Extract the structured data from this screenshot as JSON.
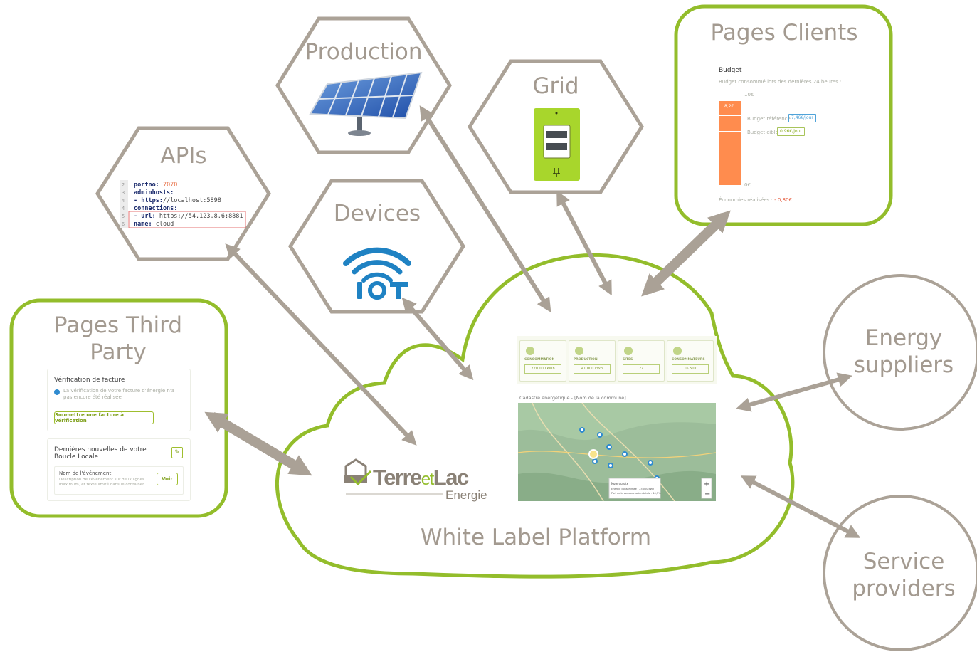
{
  "nodes": {
    "production": "Production",
    "grid": "Grid",
    "apis": "APIs",
    "devices": "Devices",
    "pages_clients": "Pages Clients",
    "pages_third_party": [
      "Pages Third",
      "Party"
    ],
    "energy_suppliers": [
      "Energy",
      "suppliers"
    ],
    "service_providers": [
      "Service",
      "providers"
    ],
    "platform": "White Label Platform"
  },
  "logo": {
    "brand": "TerreetLac",
    "sub": "Energie"
  },
  "apis_code": [
    {
      "n": "2",
      "key": "portno:",
      "val": " 7070"
    },
    {
      "n": "3",
      "key": "adminhosts:",
      "val": ""
    },
    {
      "n": "4",
      "key": "- https:",
      "val": "//localhost:5898"
    },
    {
      "n": "4",
      "key": "connections:",
      "val": ""
    },
    {
      "n": "5",
      "key": "- url:",
      "val": " https://54.123.8.6:8881"
    },
    {
      "n": "6",
      "key": "  name:",
      "val": " cloud"
    }
  ],
  "devices_icon": {
    "label": "IoT"
  },
  "budget": {
    "title": "Budget",
    "subtitle": "Budget consommé lors des dernières 24 heures :",
    "top_tick": "10€",
    "bottom_tick": "0€",
    "bar_value": "8,2€",
    "ref_label": "Budget référence",
    "ref_value": "7,46€/jour",
    "target_label": "Budget cible",
    "target_value": "0,96€/jour",
    "savings_label": "Économies réalisées :",
    "savings_value": "- 0,80€"
  },
  "third_party": {
    "verif_title": "Vérification de facture",
    "verif_text": "La vérification de votre facture d'énergie n'a pas encore été réalisée",
    "verif_button": "Soumettre une facture à vérification",
    "news_title": "Dernières nouvelles de votre Boucle Locale",
    "event_name": "Nom de l'événement",
    "event_desc": "Description de l'événement sur deux lignes maximum, et texte limité dans le container",
    "event_button": "Voir"
  },
  "dashboard": {
    "kpis": [
      {
        "label": "CONSOMMATION",
        "value": "220 000 kWh"
      },
      {
        "label": "PRODUCTION",
        "value": "41 000 kWh"
      },
      {
        "label": "SITES",
        "value": "27"
      },
      {
        "label": "CONSOMMATEURS",
        "value": "16 507"
      }
    ],
    "map_title": "Cadastre énergétique - [Nom de la commune]",
    "popup": [
      "Nom du site",
      "Energie consommée : 23 000 kWh",
      "Part de la consommation totale : 10,5%"
    ]
  },
  "colors": {
    "green": "#93bd2b",
    "hex_stroke": "#aba297",
    "label": "#a39a90",
    "arrow": "#aaa196",
    "iot_blue": "#1f82c3",
    "meter_green": "#a8d62c",
    "budget_bar": "#ff8c4e"
  }
}
